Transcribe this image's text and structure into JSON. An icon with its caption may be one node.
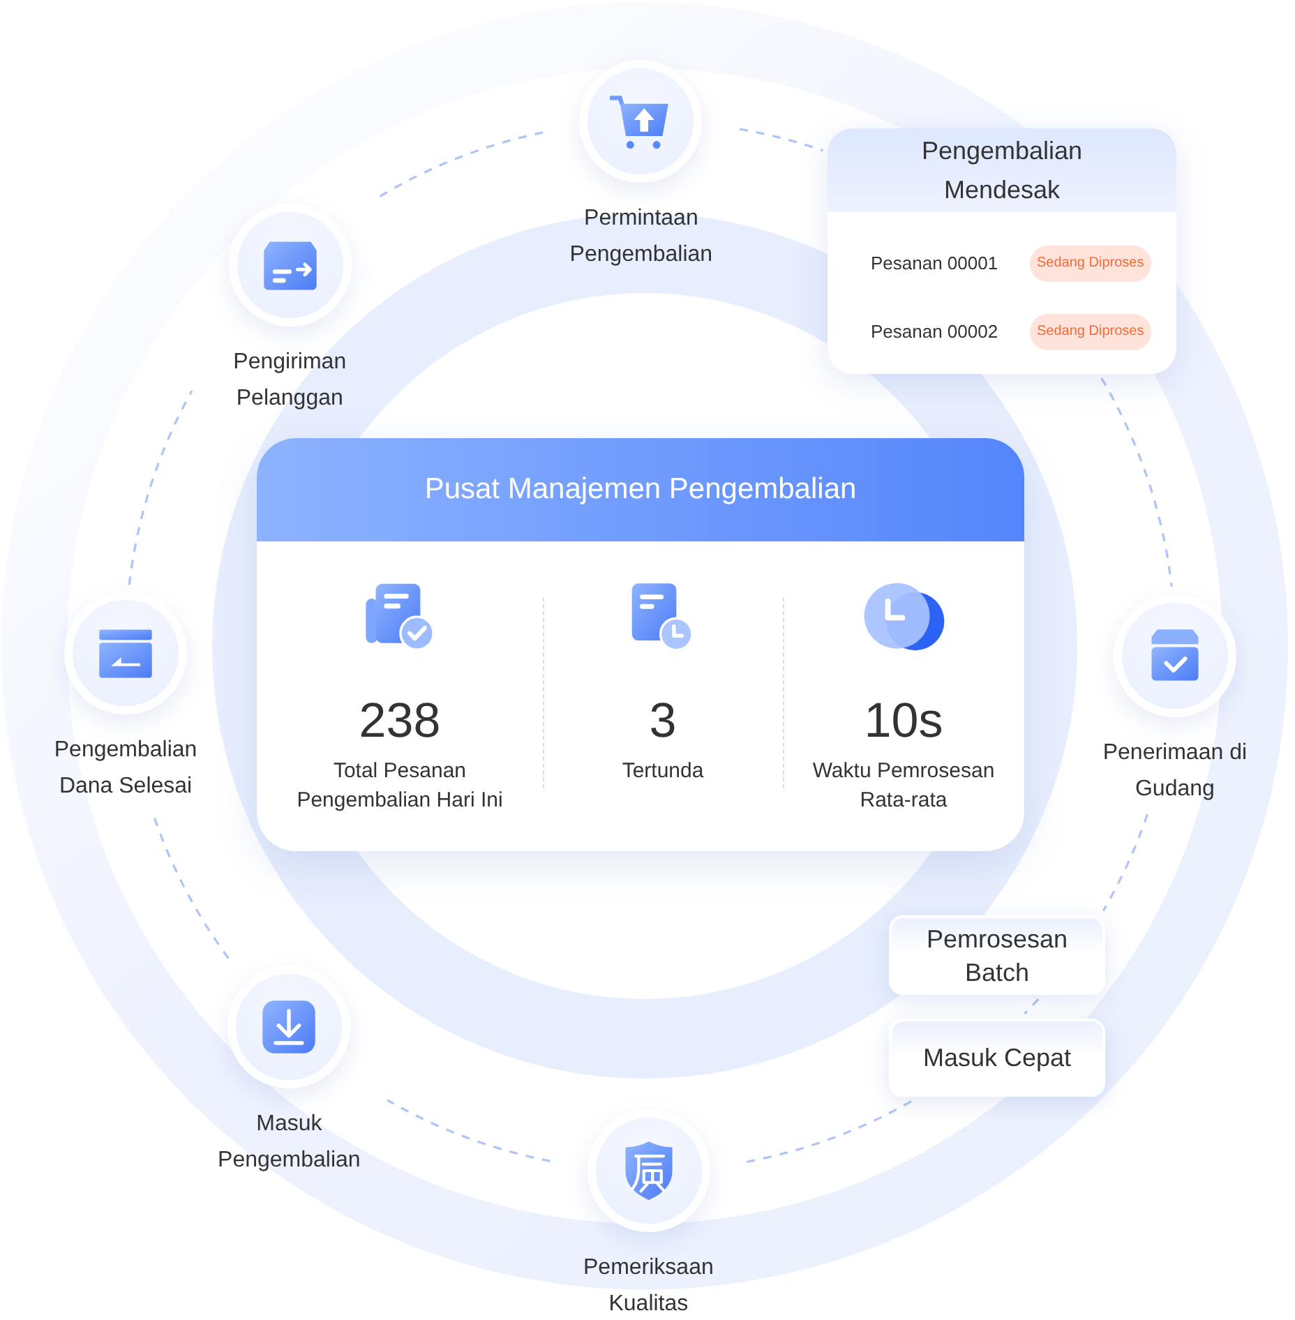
{
  "diagram": {
    "nodes": [
      {
        "text": [
          "Permintaan Pengembalian"
        ]
      },
      {
        "text": [
          "Pengembalian Mendesak",
          "Pesanan 00001",
          "Pesanan 00002"
        ]
      },
      {
        "text": [
          "Sedang Diproses"
        ],
        "in": 1
      },
      {
        "text": [
          "Sedang Diproses"
        ],
        "in": 1
      },
      {
        "text": [
          "Penerimaan di Gudang"
        ]
      },
      {
        "text": [
          "Pemrosesan Batch"
        ]
      },
      {
        "text": [
          "Masuk Cepat"
        ]
      },
      {
        "text": [
          "Pemeriksaan Kualitas"
        ]
      },
      {
        "text": [
          "Masuk Pengembalian"
        ]
      },
      {
        "text": [
          "Pengembalian Dana Selesai"
        ]
      },
      {
        "text": [
          "Pengiriman Pelanggan"
        ]
      },
      {
        "text": [
          "Pusat Manajemen Pengembalian",
          "238",
          "Total Pesanan Pengembalian Hari Ini",
          "3",
          "Tertunda",
          "10s",
          "Waktu Pemrosesan Rata-rata"
        ]
      }
    ],
    "edges": [
      {
        "from": 0,
        "to": 1,
        "arrow": "none",
        "style": "dashed"
      },
      {
        "from": 1,
        "to": 4,
        "arrow": "none",
        "style": "dashed"
      },
      {
        "from": 4,
        "to": 5,
        "arrow": "none",
        "style": "dashed"
      },
      {
        "from": 5,
        "to": 6,
        "arrow": "none",
        "style": "dashed"
      },
      {
        "from": 6,
        "to": 7,
        "arrow": "none",
        "style": "dashed"
      },
      {
        "from": 7,
        "to": 8,
        "arrow": "none",
        "style": "dashed"
      },
      {
        "from": 8,
        "to": 9,
        "arrow": "none",
        "style": "dashed"
      },
      {
        "from": 9,
        "to": 10,
        "arrow": "none",
        "style": "dashed"
      },
      {
        "from": 10,
        "to": 0,
        "arrow": "none",
        "style": "dashed"
      }
    ]
  }
}
